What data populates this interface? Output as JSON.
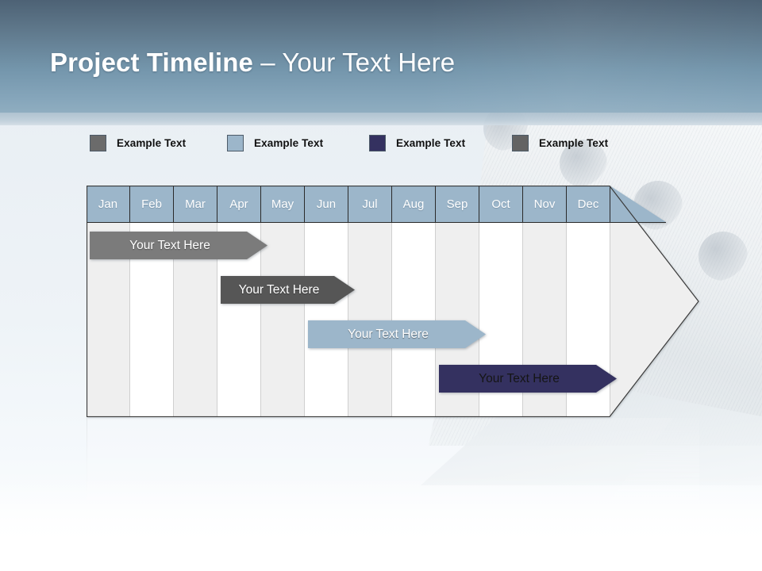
{
  "slide": {
    "title_bold": "Project Timeline",
    "title_light": " – Your Text Here"
  },
  "legend": {
    "items": [
      {
        "label": "Example Text",
        "color": "#6b6b6b",
        "icon": "legend-swatch-icon"
      },
      {
        "label": "Example Text",
        "color": "#9cb6ca",
        "icon": "legend-swatch-icon"
      },
      {
        "label": "Example Text",
        "color": "#343160",
        "icon": "legend-swatch-icon"
      },
      {
        "label": "Example Text",
        "color": "#636363",
        "icon": "legend-swatch-icon"
      }
    ]
  },
  "chart_data": {
    "type": "bar",
    "title": "Project Timeline – Your Text Here",
    "xlabel": "",
    "ylabel": "",
    "categories": [
      "Jan",
      "Feb",
      "Mar",
      "Apr",
      "May",
      "Jun",
      "Jul",
      "Aug",
      "Sep",
      "Oct",
      "Nov",
      "Dec"
    ],
    "series": [
      {
        "name": "Example Text",
        "label": "Your  Text Here",
        "start_month": "Jan",
        "end_month": "Apr",
        "start_index": 0,
        "end_index": 3,
        "color": "#7b7b7b",
        "text_color": "#ffffff"
      },
      {
        "name": "Example Text",
        "label": "Your  Text Here",
        "start_month": "Apr",
        "end_month": "Jun",
        "start_index": 3,
        "end_index": 5,
        "color": "#565656",
        "text_color": "#ffffff"
      },
      {
        "name": "Example Text",
        "label": "Your  Text Here",
        "start_month": "Jun",
        "end_month": "Sep",
        "start_index": 5,
        "end_index": 8,
        "color": "#9cb6ca",
        "text_color": "#ffffff"
      },
      {
        "name": "Example Text",
        "label": "Your  Text Here",
        "start_month": "Sep",
        "end_month": "Dec",
        "start_index": 8,
        "end_index": 11,
        "color": "#343160",
        "text_color": "#151515"
      }
    ],
    "header_color": "#9cb6ca",
    "header_text_color": "#ffffff",
    "stripe_colors": [
      "#efefef",
      "#ffffff"
    ],
    "grid": true,
    "legend_position": "top"
  }
}
